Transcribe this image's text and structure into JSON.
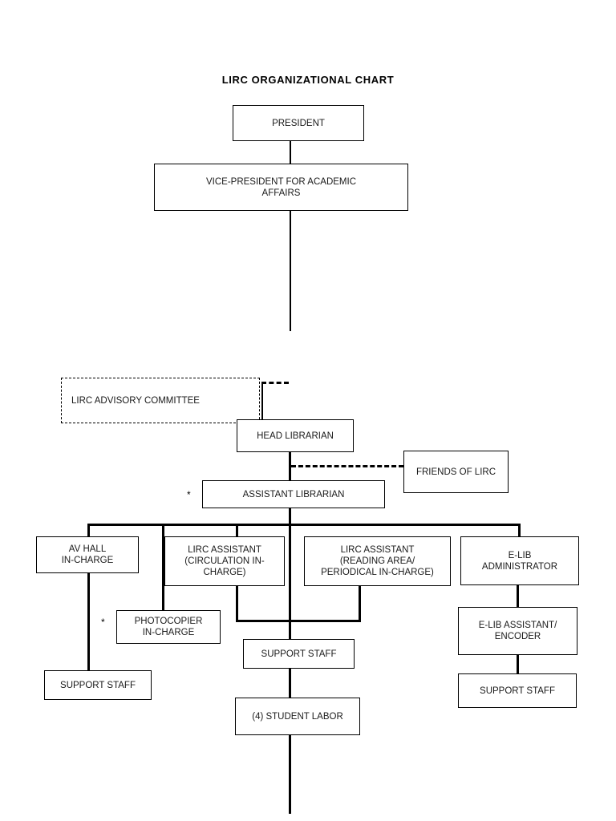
{
  "chart_data": {
    "type": "diagram",
    "title": "LIRC ORGANIZATIONAL CHART",
    "nodes": [
      {
        "id": "president",
        "label": "PRESIDENT",
        "style": "solid"
      },
      {
        "id": "vp_academic",
        "label": "VICE-PRESIDENT FOR ACADEMIC AFFAIRS",
        "style": "solid"
      },
      {
        "id": "advisory",
        "label": "LIRC ADVISORY COMMITTEE",
        "style": "dashed"
      },
      {
        "id": "head_librarian",
        "label": "HEAD LIBRARIAN",
        "style": "solid"
      },
      {
        "id": "friends",
        "label": "FRIENDS OF LIRC",
        "style": "solid"
      },
      {
        "id": "assistant_librarian",
        "label": "ASSISTANT LIBRARIAN",
        "style": "solid",
        "marker": "*"
      },
      {
        "id": "av_hall",
        "label": "AV HALL IN-CHARGE",
        "style": "solid"
      },
      {
        "id": "circulation",
        "label": "LIRC ASSISTANT (CIRCULATION IN-CHARGE)",
        "style": "solid"
      },
      {
        "id": "reading_area",
        "label": "LIRC ASSISTANT (READING AREA/ PERIODICAL IN-CHARGE)",
        "style": "solid"
      },
      {
        "id": "elib_admin",
        "label": "E-LIB ADMINISTRATOR",
        "style": "solid"
      },
      {
        "id": "photocopier",
        "label": "PHOTOCOPIER IN-CHARGE",
        "style": "solid",
        "marker": "*"
      },
      {
        "id": "support_left",
        "label": "SUPPORT STAFF",
        "style": "solid"
      },
      {
        "id": "support_center",
        "label": "SUPPORT STAFF",
        "style": "solid"
      },
      {
        "id": "student_labor",
        "label": "(4) STUDENT LABOR",
        "style": "solid"
      },
      {
        "id": "elib_assistant",
        "label": "E-LIB ASSISTANT/ ENCODER",
        "style": "solid"
      },
      {
        "id": "support_right",
        "label": "SUPPORT STAFF",
        "style": "solid"
      }
    ],
    "edges": [
      {
        "from": "president",
        "to": "vp_academic",
        "style": "solid"
      },
      {
        "from": "vp_academic",
        "to": "head_librarian",
        "style": "solid"
      },
      {
        "from": "advisory",
        "to": "head_librarian",
        "style": "dashed"
      },
      {
        "from": "head_librarian",
        "to": "friends",
        "style": "dashed"
      },
      {
        "from": "head_librarian",
        "to": "assistant_librarian",
        "style": "solid"
      },
      {
        "from": "assistant_librarian",
        "to": "av_hall",
        "style": "solid"
      },
      {
        "from": "assistant_librarian",
        "to": "circulation",
        "style": "solid"
      },
      {
        "from": "assistant_librarian",
        "to": "reading_area",
        "style": "solid"
      },
      {
        "from": "assistant_librarian",
        "to": "elib_admin",
        "style": "solid"
      },
      {
        "from": "assistant_librarian",
        "to": "photocopier",
        "style": "solid"
      },
      {
        "from": "av_hall",
        "to": "support_left",
        "style": "solid"
      },
      {
        "from": "circulation",
        "to": "support_center",
        "style": "solid"
      },
      {
        "from": "reading_area",
        "to": "support_center",
        "style": "solid"
      },
      {
        "from": "support_center",
        "to": "student_labor",
        "style": "solid"
      },
      {
        "from": "elib_admin",
        "to": "elib_assistant",
        "style": "solid"
      },
      {
        "from": "elib_assistant",
        "to": "support_right",
        "style": "solid"
      }
    ],
    "footnote_marker": "*",
    "colors": {
      "line": "#000000",
      "box_border": "#000000",
      "text": "#1a1a1a",
      "background": "#ffffff"
    }
  },
  "chart": {
    "title": "LIRC ORGANIZATIONAL CHART",
    "boxes": {
      "president": "PRESIDENT",
      "vp_academic_line1": "VICE-PRESIDENT FOR ACADEMIC",
      "vp_academic_line2": "AFFAIRS",
      "advisory": "LIRC ADVISORY COMMITTEE",
      "head_librarian": "HEAD LIBRARIAN",
      "friends": "FRIENDS OF LIRC",
      "assistant_librarian": "ASSISTANT LIBRARIAN",
      "av_hall_line1": "AV HALL",
      "av_hall_line2": "IN-CHARGE",
      "circulation_line1": "LIRC ASSISTANT",
      "circulation_line2": "(CIRCULATION IN-",
      "circulation_line3": "CHARGE)",
      "reading_line1": "LIRC ASSISTANT",
      "reading_line2": "(READING AREA/",
      "reading_line3": "PERIODICAL IN-CHARGE)",
      "elib_admin_line1": "E-LIB",
      "elib_admin_line2": "ADMINISTRATOR",
      "photocopier_line1": "PHOTOCOPIER",
      "photocopier_line2": "IN-CHARGE",
      "support_left": "SUPPORT STAFF",
      "support_center": "SUPPORT STAFF",
      "student_labor": "(4) STUDENT LABOR",
      "elib_assistant_line1": "E-LIB ASSISTANT/",
      "elib_assistant_line2": "ENCODER",
      "support_right": "SUPPORT STAFF"
    },
    "markers": {
      "assistant_librarian": "*",
      "photocopier": "*"
    }
  }
}
